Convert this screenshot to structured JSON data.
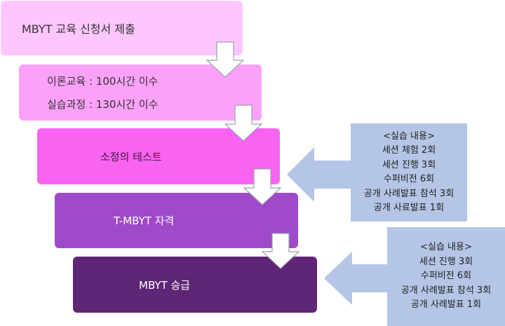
{
  "steps": [
    {
      "label": "MBYT 교육  신청서 제출"
    },
    {
      "lines": [
        "이론교육 : 100시간 이수",
        "실습과정 : 130시간 이수"
      ]
    },
    {
      "label": "소정의 테스트"
    },
    {
      "label": "T-MBYT 자격"
    },
    {
      "label": "MBYT 승급"
    }
  ],
  "notes": [
    {
      "lines": [
        "<실습 내용>",
        "세션 체험 2회",
        "세션 진행 3회",
        "수퍼비전  6회",
        "공개 사례발표 참석 3회",
        "공개 사료발표 1회"
      ]
    },
    {
      "lines": [
        "<실습 내용>",
        "세션 진행 3회",
        "수퍼비전 6회",
        "공개 사례발표 참석 3회",
        "공개 사례발표 1회"
      ]
    }
  ],
  "colors": {
    "step1": "#fdc6fd",
    "step2": "#fba2f8",
    "step3": "#f963f1",
    "step4": "#9f4ac8",
    "step5": "#5f2577",
    "note": "#b4c5e6"
  }
}
